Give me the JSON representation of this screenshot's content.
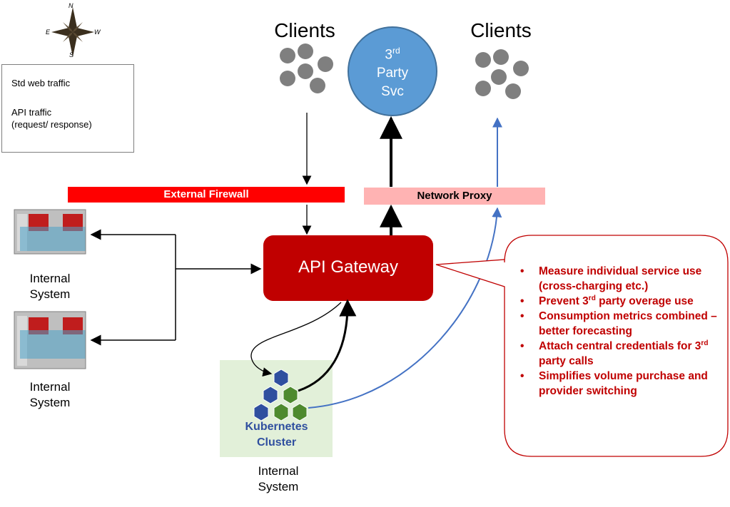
{
  "compass": {
    "n": "N",
    "s": "S",
    "e": "E",
    "w": "W",
    "icon": "compass-rose-icon"
  },
  "legend": {
    "std_web_traffic": "Std web traffic",
    "api_traffic_line1": "API traffic",
    "api_traffic_line2": "(request/ response)"
  },
  "clients_left": "Clients",
  "clients_right": "Clients",
  "third_party": {
    "line1": "3",
    "sup": "rd",
    "line2": "Party",
    "line3": "Svc"
  },
  "external_firewall": "External Firewall",
  "network_proxy": "Network Proxy",
  "api_gateway": "API Gateway",
  "internal_system_1": {
    "line1": "Internal",
    "line2": "System"
  },
  "internal_system_2": {
    "line1": "Internal",
    "line2": "System"
  },
  "internal_system_3": {
    "line1": "Internal",
    "line2": "System"
  },
  "kubernetes": {
    "line1": "Kubernetes",
    "line2": "Cluster"
  },
  "benefits": {
    "b1": "Measure individual service use (cross-charging etc.)",
    "b2_pre": "Prevent 3",
    "b2_sup": "rd",
    "b2_post": " party overage use",
    "b3": "Consumption metrics combined – better forecasting",
    "b4_pre": "Attach central credentials for 3",
    "b4_sup": "rd",
    "b4_post": " party calls",
    "b5": "Simplifies volume purchase and provider switching"
  },
  "colors": {
    "api_gateway": "#c00000",
    "firewall": "#ff0000",
    "proxy": "#ffb3b3",
    "third_party": "#5b9bd5",
    "web_traffic": "#4472c4",
    "kube_blue": "#2f4f9f",
    "kube_green": "#4e8a2e",
    "kube_bg": "#e2f0d9",
    "bullet_text": "#c00000"
  }
}
